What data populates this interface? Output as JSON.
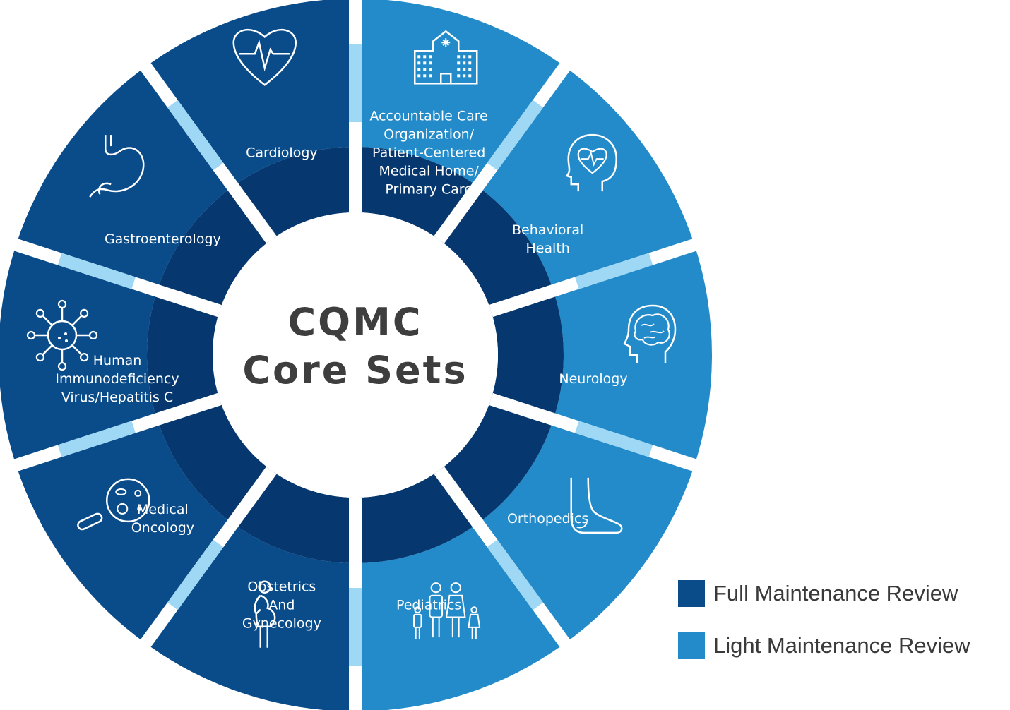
{
  "center": {
    "line1": "CQMC",
    "line2": "Core Sets"
  },
  "colors": {
    "full": "#0a4c8a",
    "light": "#238bc9",
    "accent": "#9ed8f4",
    "inner_ring": "#06386f",
    "gap": "#ffffff"
  },
  "segments": [
    {
      "category": "light",
      "icon": "hospital-icon",
      "lines": [
        "Accountable Care",
        "Organization/",
        "Patient-Centered",
        "Medical Home/",
        "Primary Care"
      ]
    },
    {
      "category": "light",
      "icon": "head-heartbeat-icon",
      "lines": [
        "Behavioral",
        "Health"
      ]
    },
    {
      "category": "light",
      "icon": "brain-head-icon",
      "lines": [
        "Neurology"
      ]
    },
    {
      "category": "light",
      "icon": "foot-icon",
      "lines": [
        "Orthopedics"
      ]
    },
    {
      "category": "light",
      "icon": "family-icon",
      "lines": [
        "Pediatrics"
      ]
    },
    {
      "category": "full",
      "icon": "pregnant-woman-icon",
      "lines": [
        "Obstetrics",
        "And",
        "Gynecology"
      ]
    },
    {
      "category": "full",
      "icon": "magnifier-cells-icon",
      "lines": [
        "Medical",
        "Oncology"
      ]
    },
    {
      "category": "full",
      "icon": "virus-icon",
      "lines": [
        "Human",
        "Immunodeficiency",
        "Virus/Hepatitis C"
      ]
    },
    {
      "category": "full",
      "icon": "stomach-icon",
      "lines": [
        "Gastroenterology"
      ]
    },
    {
      "category": "full",
      "icon": "heart-pulse-icon",
      "lines": [
        "Cardiology"
      ]
    }
  ],
  "legend": {
    "items": [
      {
        "label": "Full Maintenance Review",
        "color": "#0a4c8a"
      },
      {
        "label": "Light Maintenance Review",
        "color": "#238bc9"
      }
    ]
  }
}
